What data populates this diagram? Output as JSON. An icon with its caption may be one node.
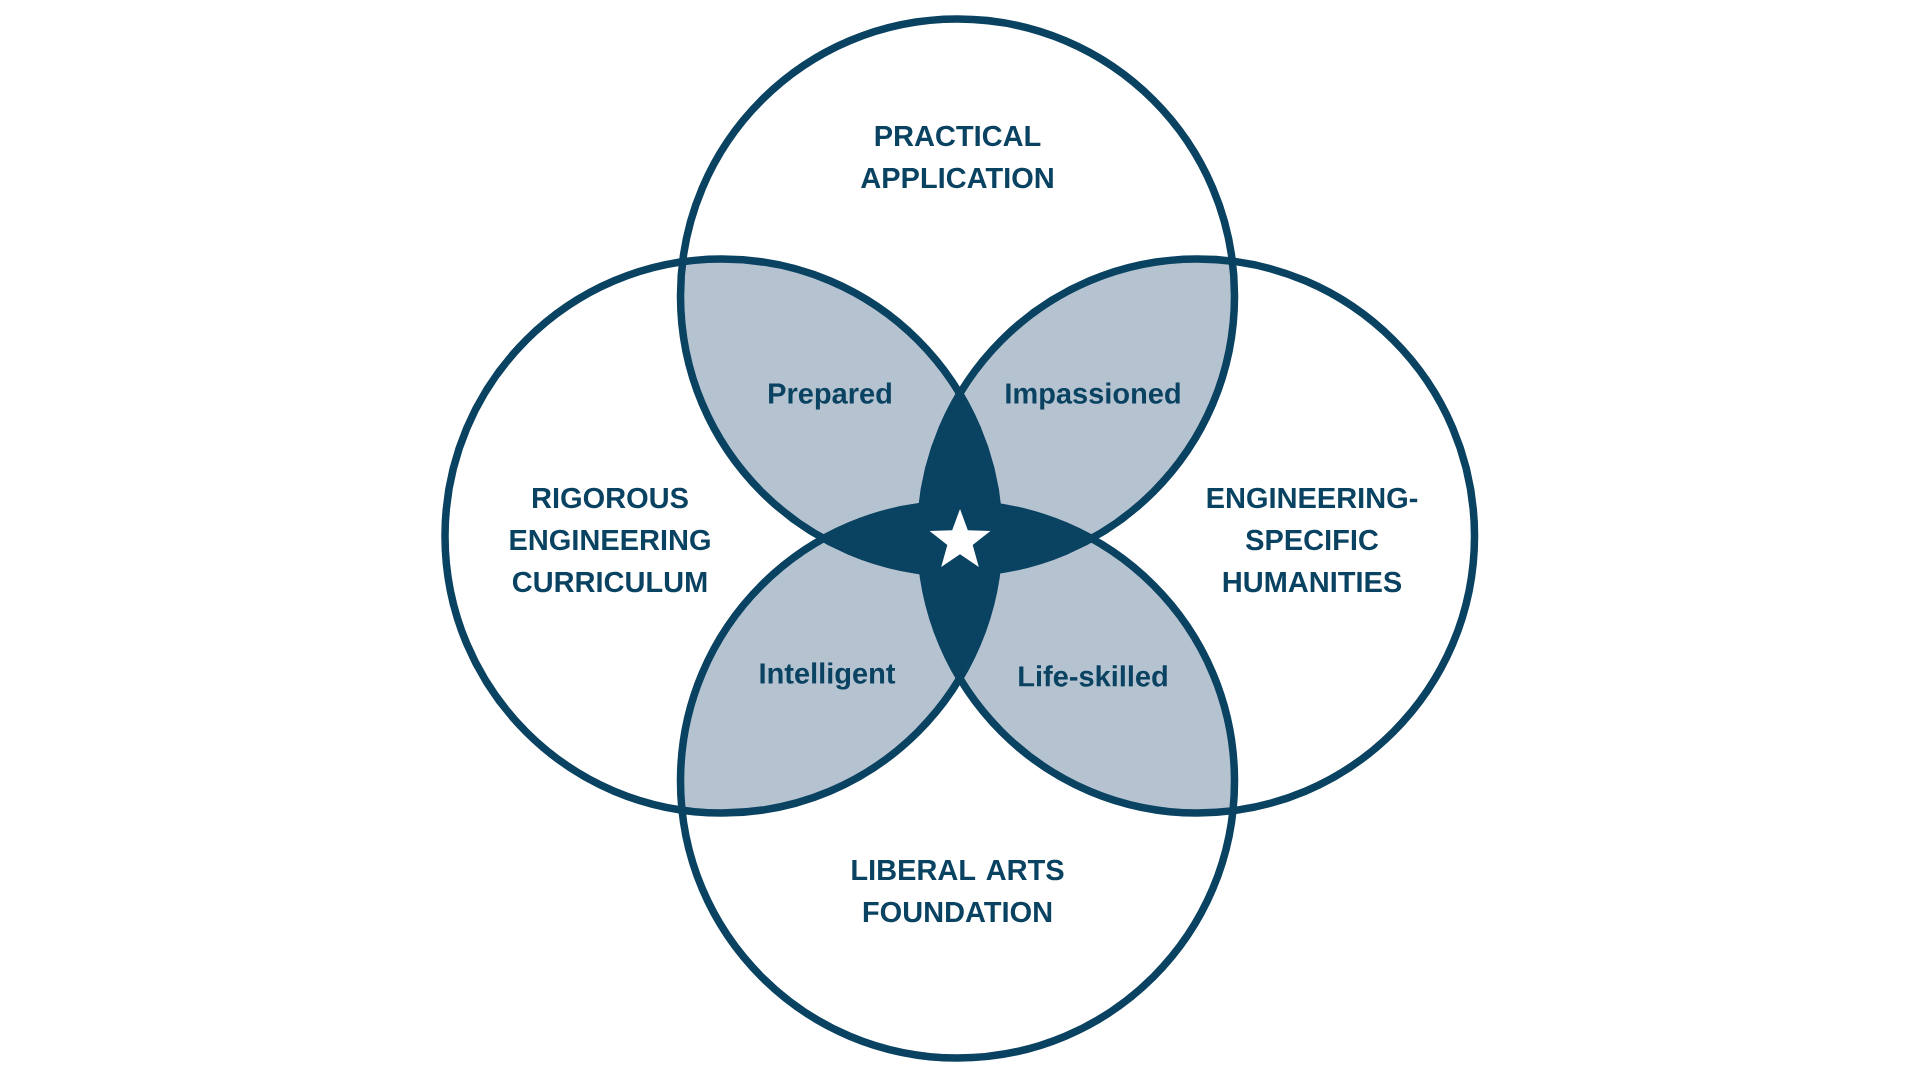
{
  "diagram": {
    "nodes": [
      {
        "text": [
          "PRACTICAL APPLICATION"
        ]
      },
      {
        "text": [
          "RIGOROUS ENGINEERING CURRICULUM"
        ]
      },
      {
        "text": [
          "ENGINEERING-SPECIFIC HUMANITIES"
        ]
      },
      {
        "text": [
          "LIBERAL ARTS FOUNDATION"
        ]
      },
      {
        "text": [
          "Prepared"
        ]
      },
      {
        "text": [
          "Impassioned"
        ]
      },
      {
        "text": [
          "Intelligent"
        ]
      },
      {
        "text": [
          "Life-skilled"
        ]
      }
    ]
  }
}
